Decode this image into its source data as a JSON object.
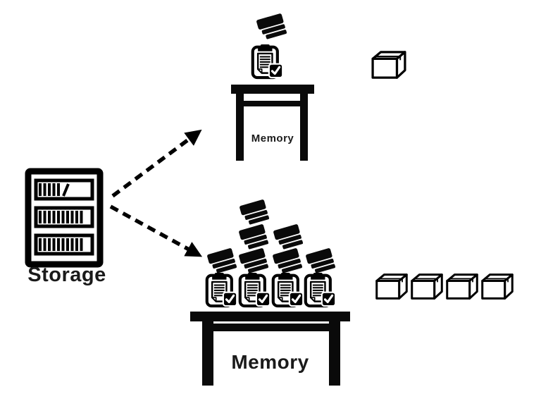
{
  "canvas": {
    "background": "#ffffff",
    "ink": "#000000"
  },
  "storage": {
    "label": "Storage",
    "icon": "bookshelf-icon",
    "shelf_count": 3
  },
  "flows": [
    {
      "from": "storage",
      "to": "memory-small",
      "style": "dashed-arrow"
    },
    {
      "from": "storage",
      "to": "memory-large",
      "style": "dashed-arrow"
    }
  ],
  "memory_small": {
    "label": "Memory",
    "book_stack_count": 1,
    "document_count": 1,
    "box_count": 1
  },
  "memory_large": {
    "label": "Memory",
    "book_stack_count": 7,
    "document_count": 4,
    "box_count": 4
  },
  "icons": {
    "storage": "bookshelf-icon",
    "book_pile": "book-stack-icon",
    "record": "document-check-icon",
    "surface": "table-icon",
    "block": "box-icon",
    "connector": "dashed-arrow"
  }
}
